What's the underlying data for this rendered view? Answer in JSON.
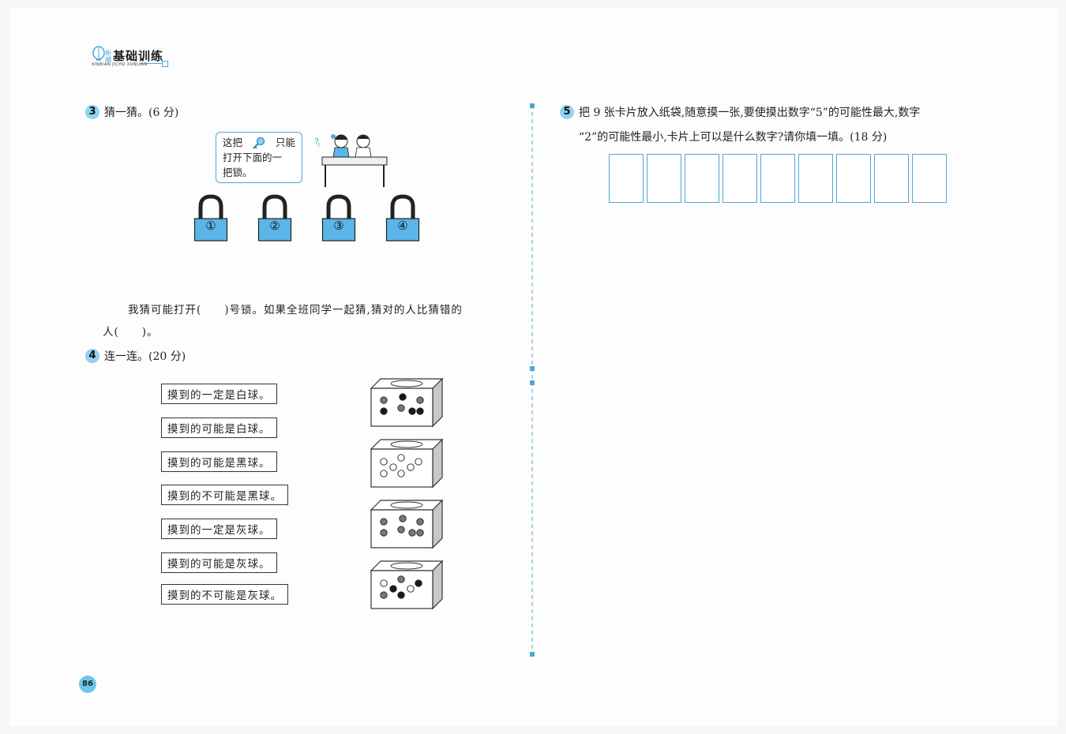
{
  "header": {
    "logo_text": "基础训练",
    "logo_small": "新编",
    "logo_pinyin": "XINBIAN JICHU XUNLIAN"
  },
  "q3": {
    "num": "3",
    "title": "猜一猜。(6 分)",
    "bubble": [
      "这把",
      "只能",
      "打开下面的一",
      "把锁。"
    ],
    "locks": [
      "①",
      "②",
      "③",
      "④"
    ],
    "answer_line1": "我猜可能打开(　　)号锁。如果全班同学一起猜,猜对的人比猜错的",
    "answer_line2": "人(　　)。"
  },
  "q4": {
    "num": "4",
    "title": "连一连。(20 分)",
    "labels": [
      "摸到的一定是白球。",
      "摸到的可能是白球。",
      "摸到的可能是黑球。",
      "摸到的不可能是黑球。",
      "摸到的一定是灰球。",
      "摸到的可能是灰球。",
      "摸到的不可能是灰球。"
    ],
    "boxes": [
      {
        "name": "box-mixed-black-gray",
        "balls": [
          "gray",
          "black",
          "gray",
          "black",
          "gray",
          "black",
          "black"
        ]
      },
      {
        "name": "box-all-white",
        "balls": [
          "white",
          "white",
          "white",
          "white",
          "white",
          "white",
          "white"
        ]
      },
      {
        "name": "box-all-gray",
        "balls": [
          "gray",
          "gray",
          "gray",
          "gray",
          "gray",
          "gray",
          "gray"
        ]
      },
      {
        "name": "box-mixed-white-black",
        "balls": [
          "white",
          "gray",
          "black",
          "black",
          "white",
          "gray",
          "black"
        ]
      }
    ]
  },
  "q5": {
    "num": "5",
    "line1": "把 9 张卡片放入纸袋,随意摸一张,要使摸出数字“5”的可能性最大,数字",
    "line2": "“2”的可能性最小,卡片上可以是什么数字?请你填一填。(18 分)",
    "card_count": 9
  },
  "footer": {
    "page_number": "86"
  },
  "colors": {
    "accent": "#4fa6d8",
    "lock_fill": "#5bb5e8",
    "badge": "#8fd3f0"
  }
}
